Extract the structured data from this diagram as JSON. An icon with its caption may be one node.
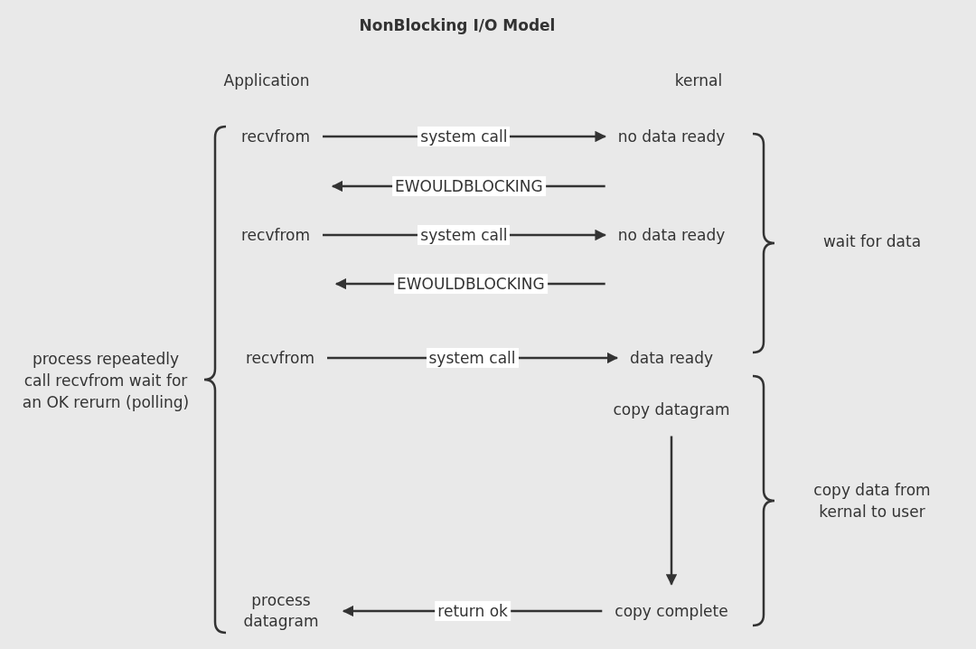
{
  "diagram": {
    "title": "NonBlocking I/O Model",
    "nodes": [
      {
        "text": [
          "recvfrom"
        ]
      },
      {
        "text": [
          "no data ready"
        ]
      },
      {
        "text": [
          "recvfrom"
        ]
      },
      {
        "text": [
          "no data ready"
        ]
      },
      {
        "text": [
          "recvfrom"
        ]
      },
      {
        "text": [
          "data ready"
        ]
      },
      {
        "text": [
          "copy datagram"
        ]
      },
      {
        "text": [
          "copy complete"
        ]
      },
      {
        "text": [
          "process datagram"
        ]
      }
    ],
    "edges": [
      {
        "from": 0,
        "to": 1,
        "arrow": "to",
        "label": "system call"
      },
      {
        "from": 1,
        "to": null,
        "arrow": "to",
        "label": "EWOULDBLOCKING"
      },
      {
        "from": 2,
        "to": 3,
        "arrow": "to",
        "label": "system call"
      },
      {
        "from": 3,
        "to": null,
        "arrow": "to",
        "label": "EWOULDBLOCKING"
      },
      {
        "from": 4,
        "to": 5,
        "arrow": "to",
        "label": "system call"
      },
      {
        "from": 6,
        "to": 7,
        "arrow": "to"
      },
      {
        "from": 7,
        "to": 8,
        "arrow": "to",
        "label": "return ok"
      }
    ],
    "labels": [
      "Application",
      "kernal",
      "process repeatedly call recvfrom wait for an OK rerurn (polling)",
      "wait for data",
      "copy data from kernal to user"
    ]
  }
}
